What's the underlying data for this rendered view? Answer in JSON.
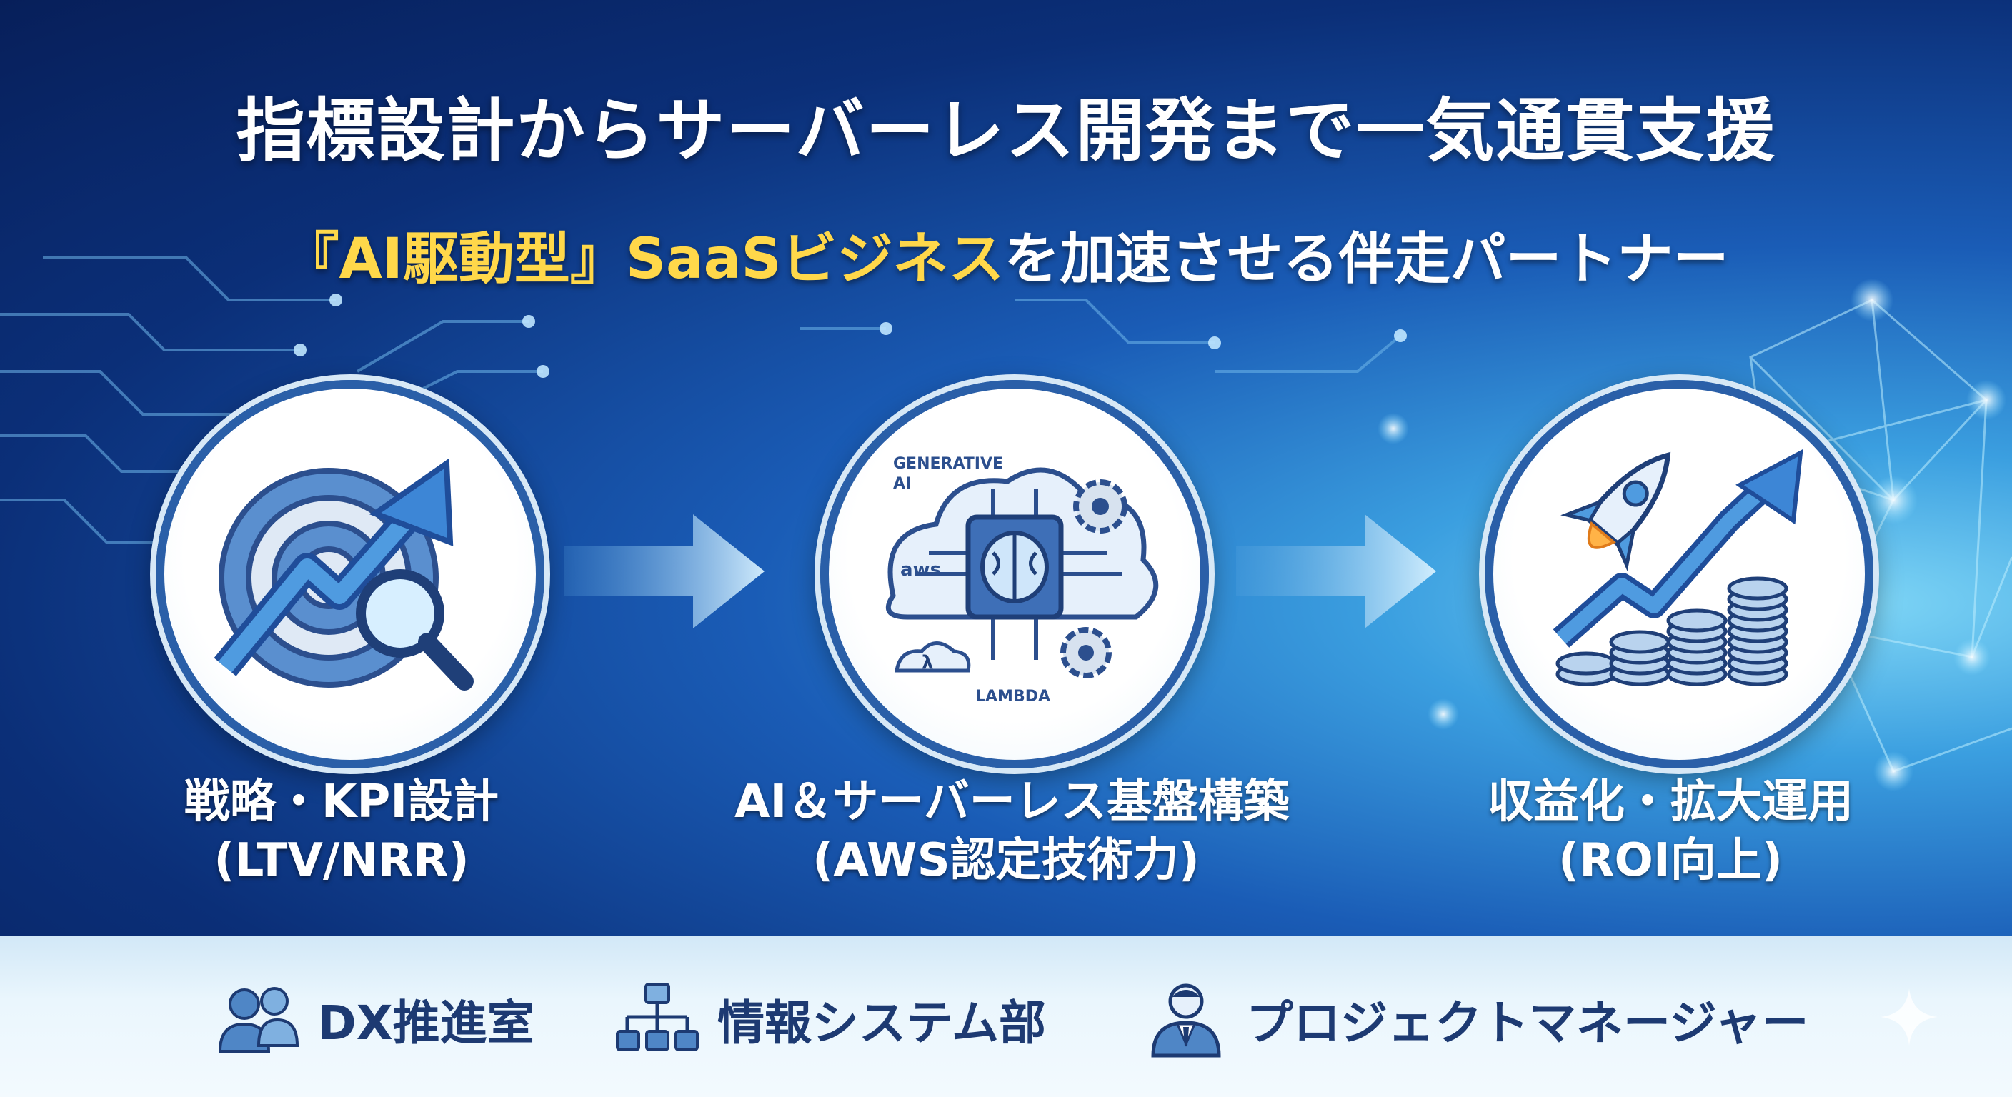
{
  "title": "指標設計からサーバーレス開発まで一気通貫支援",
  "subtitle": {
    "highlight": "『AI駆動型』SaaSビジネス",
    "rest": "を加速させる伴走パートナー"
  },
  "steps": [
    {
      "icon": "target-growth-magnifier-icon",
      "line1": "戦略・KPI設計",
      "line2": "(LTV/NRR)"
    },
    {
      "icon": "ai-cloud-chip-icon",
      "line1": "AI＆サーバーレス基盤構築",
      "line2": "(AWS認定技術力)",
      "icon_text": {
        "generative": "GENERATIVE",
        "ai": "AI",
        "aws": "aws",
        "lambda": "LAMBDA"
      }
    },
    {
      "icon": "rocket-revenue-growth-icon",
      "line1": "収益化・拡大運用",
      "line2": "(ROI向上)"
    }
  ],
  "roles": [
    {
      "icon": "users-icon",
      "label": "DX推進室"
    },
    {
      "icon": "org-chart-icon",
      "label": "情報システム部"
    },
    {
      "icon": "business-person-icon",
      "label": "プロジェクトマネージャー"
    }
  ],
  "colors": {
    "title": "#ffffff",
    "highlight": "#ffd84a",
    "background": "#0b2f78",
    "bottom_bar": "#eaf6fd",
    "role_text": "#1d3a72"
  }
}
